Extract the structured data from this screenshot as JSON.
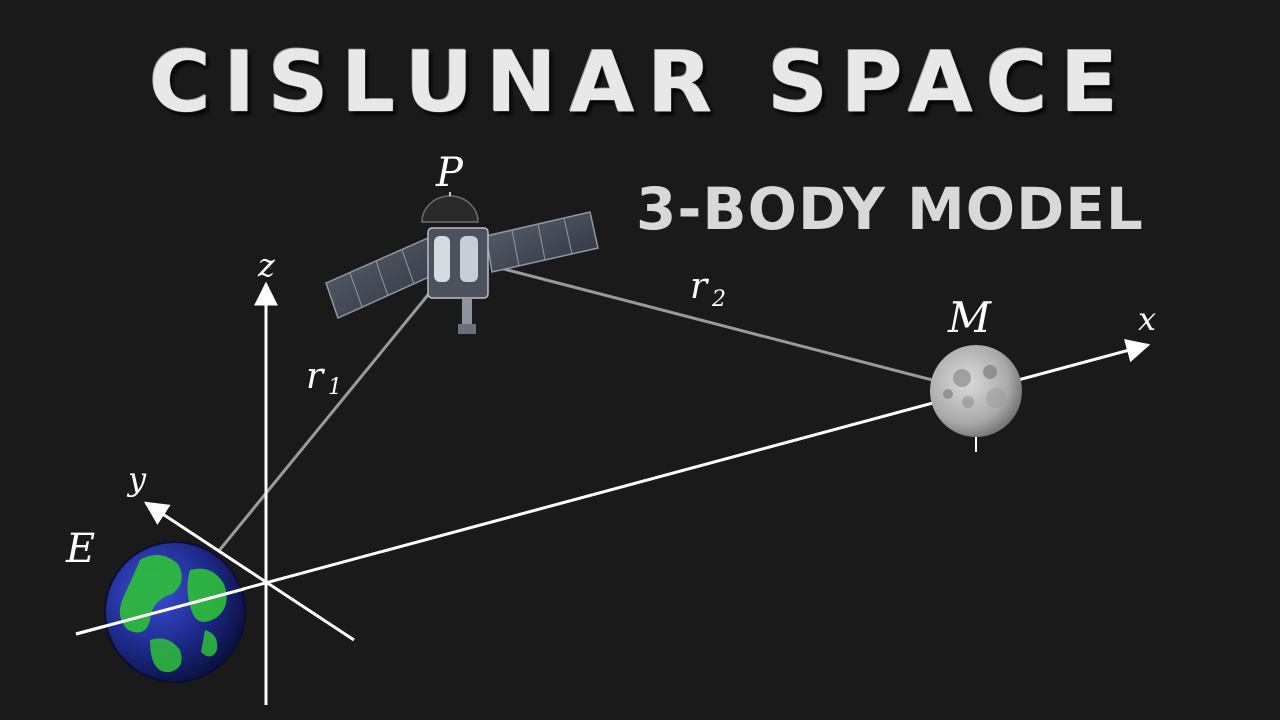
{
  "title": "CISLUNAR SPACE",
  "subtitle": "3-BODY MODEL",
  "labels": {
    "point_p": "P",
    "point_m": "M",
    "point_e": "E",
    "axis_x": "x",
    "axis_y": "y",
    "axis_z": "z",
    "r1_symbol": "r",
    "r1_subscript": "1",
    "r2_symbol": "r",
    "r2_subscript": "2"
  },
  "colors": {
    "background": "#1b1a1a",
    "axes": "#ffffff",
    "distance_lines": "#9a9a9a",
    "earth_ocean": "#1d2a8a",
    "earth_land": "#2fbf3a",
    "moon": "#b9b9b9"
  },
  "icons": {
    "spacecraft": "spacecraft-icon",
    "earth": "earth-icon",
    "moon": "moon-icon"
  }
}
